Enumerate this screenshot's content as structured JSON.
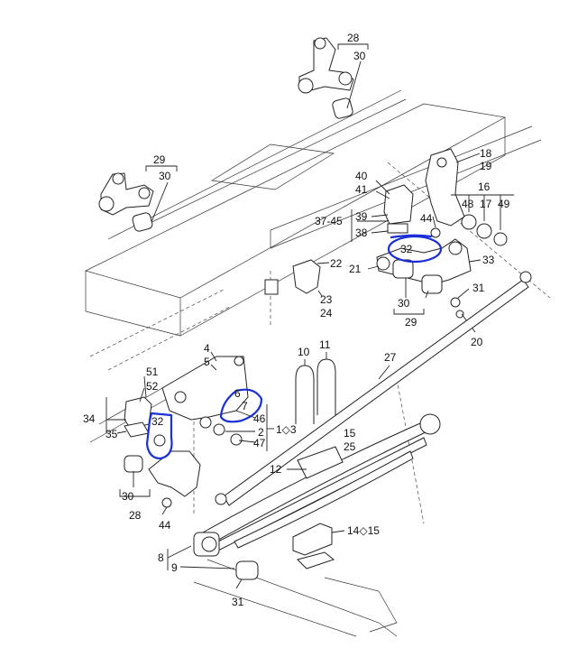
{
  "callouts": {
    "c28a": "28",
    "c30a": "30",
    "c29a": "29",
    "c30b": "30",
    "c18": "18",
    "c19": "19",
    "c40": "40",
    "c41": "41",
    "c16": "16",
    "c48": "48",
    "c17": "17",
    "c49": "49",
    "c37_45": "37-45",
    "c39": "39",
    "c38": "38",
    "c44a": "44",
    "c32a": "32",
    "c21": "21",
    "c33": "33",
    "c22": "22",
    "c23": "23",
    "c24": "24",
    "c30c": "30",
    "c29b": "29",
    "c31a": "31",
    "c20": "20",
    "c10": "10",
    "c11": "11",
    "c27": "27",
    "c4": "4",
    "c5": "5",
    "c51": "51",
    "c52": "52",
    "c6": "6",
    "c7": "7",
    "c46": "46",
    "c34": "34",
    "c35": "35",
    "c32b": "32",
    "c2": "2",
    "c47": "47",
    "c1_3": "1◇3",
    "c15a": "15",
    "c25": "25",
    "c12": "12",
    "c30d": "30",
    "c28b": "28",
    "c44b": "44",
    "c14_15": "14◇15",
    "c8": "8",
    "c9": "9",
    "c31b": "31"
  },
  "colors": {
    "markup": "#1a2fd6",
    "line": "#222222",
    "background": "#ffffff"
  }
}
